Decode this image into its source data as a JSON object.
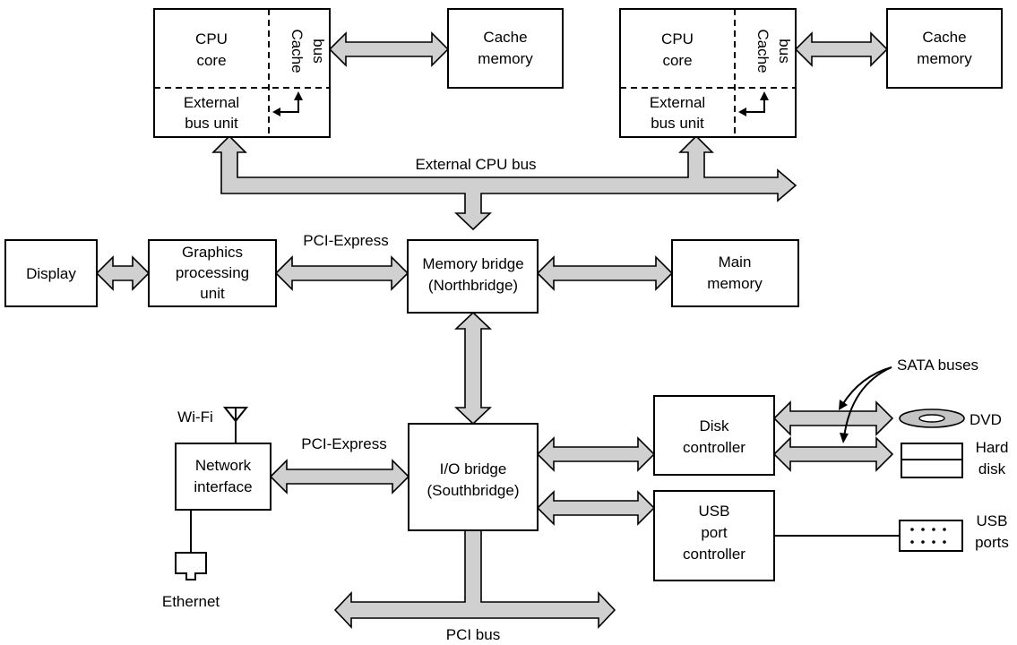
{
  "cpu_left": {
    "core_lines": [
      "CPU",
      "core"
    ],
    "cache_bus_lines": [
      "Cache",
      "bus"
    ],
    "ebu_lines": [
      "External",
      "bus unit"
    ],
    "cache_lines": [
      "Cache",
      "memory"
    ]
  },
  "cpu_right": {
    "core_lines": [
      "CPU",
      "core"
    ],
    "cache_bus_lines": [
      "Cache",
      "bus"
    ],
    "ebu_lines": [
      "External",
      "bus unit"
    ],
    "cache_lines": [
      "Cache",
      "memory"
    ]
  },
  "external_cpu_bus_label": "External CPU bus",
  "pcie_top_label": "PCI-Express",
  "pcie_bottom_label": "PCI-Express",
  "display_label": "Display",
  "gpu_lines": [
    "Graphics",
    "processing",
    "unit"
  ],
  "northbridge_lines": [
    "Memory bridge",
    "(Northbridge)"
  ],
  "main_memory_lines": [
    "Main",
    "memory"
  ],
  "southbridge_lines": [
    "I/O bridge",
    "(Southbridge)"
  ],
  "network_lines": [
    "Network",
    "interface"
  ],
  "wifi_label": "Wi-Fi",
  "ethernet_label": "Ethernet",
  "disk_controller_lines": [
    "Disk",
    "controller"
  ],
  "usb_controller_lines": [
    "USB",
    "port",
    "controller"
  ],
  "sata_label": "SATA buses",
  "dvd_label": "DVD",
  "hard_disk_lines": [
    "Hard",
    "disk"
  ],
  "usb_ports_lines": [
    "USB",
    "ports"
  ],
  "pci_bus_label": "PCI bus"
}
